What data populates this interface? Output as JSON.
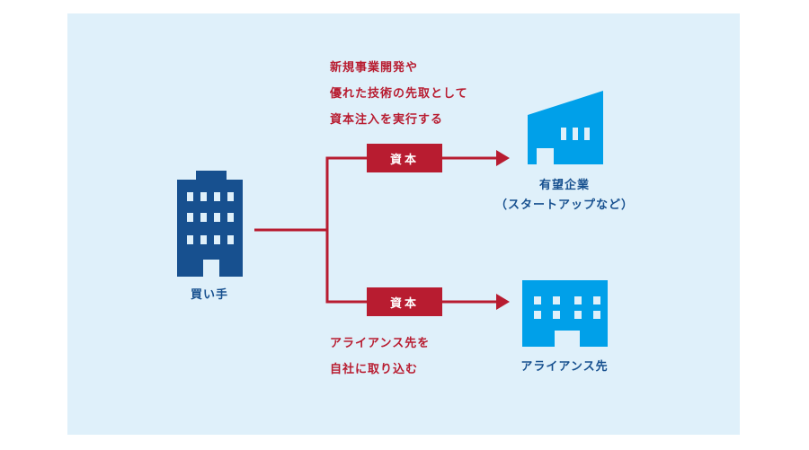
{
  "diagram": {
    "buyer": {
      "label": "買い手",
      "icon": "office-building-icon"
    },
    "branches": [
      {
        "capital_label": "資本",
        "description_lines": [
          "新規事業開発や",
          "優れた技術の先取として",
          "資本注入を実行する"
        ],
        "target": {
          "label_lines": [
            "有望企業",
            "（スタートアップなど）"
          ],
          "icon": "startup-building-icon"
        }
      },
      {
        "capital_label": "資本",
        "description_lines": [
          "アライアンス先を",
          "自社に取り込む"
        ],
        "target": {
          "label_lines": [
            "アライアンス先"
          ],
          "icon": "alliance-building-icon"
        }
      }
    ],
    "colors": {
      "background": "#dff0fa",
      "accent_red": "#b81c30",
      "buyer_blue": "#17508f",
      "target_blue": "#00a0e9"
    }
  }
}
